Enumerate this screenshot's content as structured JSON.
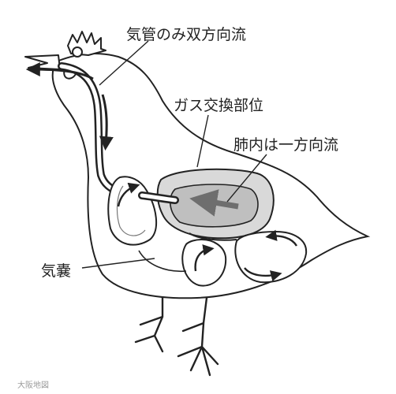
{
  "labels": {
    "trachea": "気管のみ双方向流",
    "gas_exchange": "ガス交換部位",
    "lung": "肺内は一方向流",
    "air_sac": "気嚢"
  },
  "credit": "大阪地図",
  "colors": {
    "ink": "#222222",
    "lung_fill": "#d9d9d9",
    "lung_inner": "#bfbfbf",
    "flow_arrow": "#6e6e6e",
    "credit": "#9a9a9a"
  }
}
